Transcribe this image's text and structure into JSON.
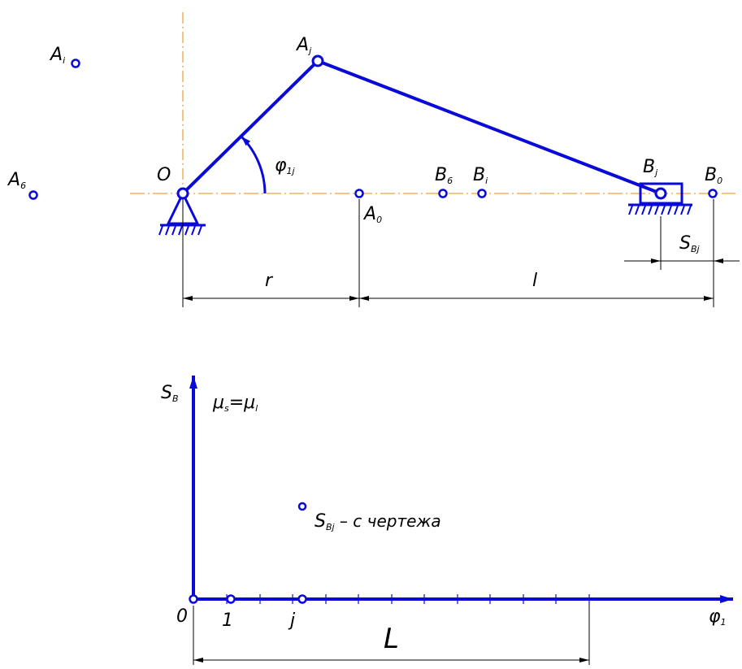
{
  "colors": {
    "link": "#0a0ad8",
    "axis_line": "#f0a040",
    "ink": "#000000"
  },
  "mechanism": {
    "labels": {
      "O": "O",
      "A_j": {
        "main": "A",
        "sub": "j"
      },
      "A_i": {
        "main": "A",
        "sub": "i"
      },
      "A_6": {
        "main": "A",
        "sub": "6"
      },
      "A_0": {
        "main": "A",
        "sub": "0"
      },
      "B_6": {
        "main": "B",
        "sub": "6"
      },
      "B_i": {
        "main": "B",
        "sub": "i"
      },
      "B_j": {
        "main": "B",
        "sub": "j"
      },
      "B_0": {
        "main": "B",
        "sub": "0"
      },
      "phi": {
        "main": "φ",
        "sub": "1j"
      },
      "r": "r",
      "l": "l",
      "S_Bj": {
        "main": "S",
        "sub": "Bj"
      }
    }
  },
  "graph": {
    "y_axis": {
      "main": "S",
      "sub": "B"
    },
    "scale": {
      "mu_s": {
        "main": "μ",
        "sub": "s"
      },
      "eq": "=",
      "mu_l": {
        "main": "μ",
        "sub": "l"
      }
    },
    "x_axis": {
      "main": "φ",
      "sub": "1"
    },
    "origin": "0",
    "tick_1": "1",
    "tick_j": "j",
    "L": "L",
    "note": {
      "main": "S",
      "sub": "Bj",
      "rest": " – с чертежа"
    }
  }
}
